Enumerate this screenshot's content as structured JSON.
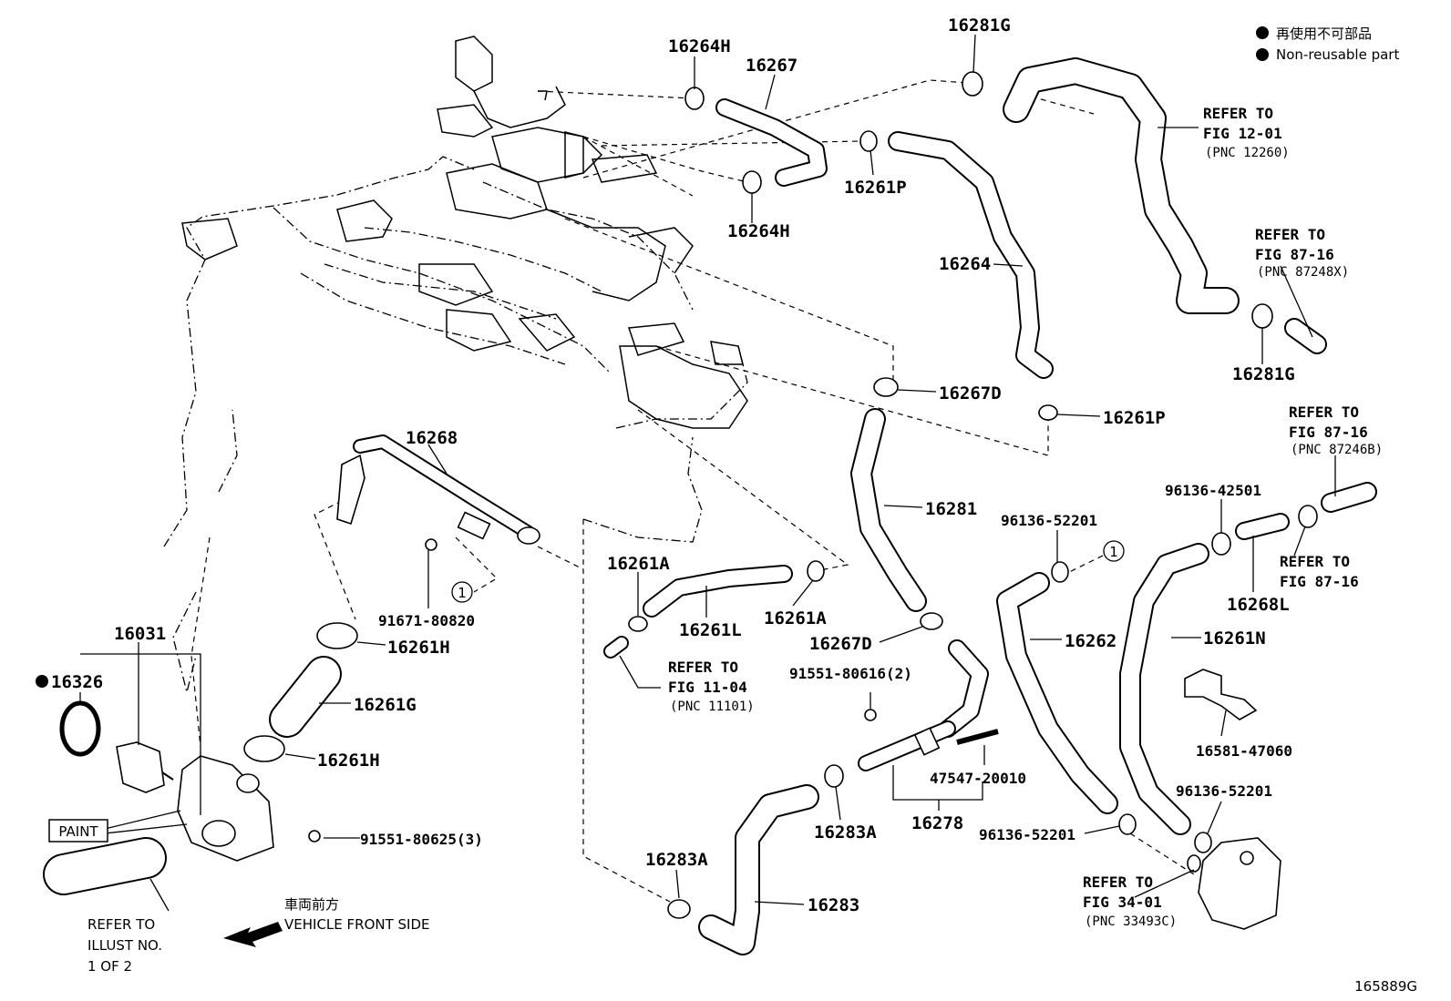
{
  "legend": {
    "line1": "再使用不可部品",
    "line2": "Non-reusable part"
  },
  "part_labels": [
    {
      "id": "p16264H_top",
      "text": "16264H"
    },
    {
      "id": "p16267",
      "text": "16267"
    },
    {
      "id": "p16281G_top",
      "text": "16281G"
    },
    {
      "id": "p16261P_top",
      "text": "16261P"
    },
    {
      "id": "p16264H_bot",
      "text": "16264H"
    },
    {
      "id": "p16264",
      "text": "16264"
    },
    {
      "id": "p16281G_right",
      "text": "16281G"
    },
    {
      "id": "p16267D_mid",
      "text": "16267D"
    },
    {
      "id": "p16261P_mid",
      "text": "16261P"
    },
    {
      "id": "p16268",
      "text": "16268"
    },
    {
      "id": "p16281",
      "text": "16281"
    },
    {
      "id": "p96136_42501",
      "text": "96136-42501"
    },
    {
      "id": "p96136_52201_a",
      "text": "96136-52201"
    },
    {
      "id": "p16261A_left",
      "text": "16261A"
    },
    {
      "id": "p16261L",
      "text": "16261L"
    },
    {
      "id": "p16261A_right",
      "text": "16261A"
    },
    {
      "id": "p16268L",
      "text": "16268L"
    },
    {
      "id": "p91671",
      "text": "91671-80820"
    },
    {
      "id": "p16267D_low",
      "text": "16267D"
    },
    {
      "id": "p16262",
      "text": "16262"
    },
    {
      "id": "p16261N",
      "text": "16261N"
    },
    {
      "id": "p16031",
      "text": "16031"
    },
    {
      "id": "p16261H_top",
      "text": "16261H"
    },
    {
      "id": "p91551_80616",
      "text": "91551-80616(2)"
    },
    {
      "id": "p16326",
      "text": "16326"
    },
    {
      "id": "p16261G",
      "text": "16261G"
    },
    {
      "id": "p16581",
      "text": "16581-47060"
    },
    {
      "id": "p16261H_bot",
      "text": "16261H"
    },
    {
      "id": "p47547",
      "text": "47547-20010"
    },
    {
      "id": "p96136_52201_b",
      "text": "96136-52201"
    },
    {
      "id": "p16278",
      "text": "16278"
    },
    {
      "id": "p16283A_right",
      "text": "16283A"
    },
    {
      "id": "p96136_52201_c",
      "text": "96136-52201"
    },
    {
      "id": "p91551_80625",
      "text": "91551-80625(3)"
    },
    {
      "id": "p16283A_left",
      "text": "16283A"
    },
    {
      "id": "p16283",
      "text": "16283"
    }
  ],
  "references": {
    "fig1201": {
      "l1": "REFER TO",
      "l2": "FIG 12-01",
      "l3": "(PNC 12260)"
    },
    "fig8716a": {
      "l1": "REFER TO",
      "l2": "FIG 87-16",
      "l3": "(PNC 87248X)"
    },
    "fig8716b": {
      "l1": "REFER TO",
      "l2": "FIG 87-16",
      "l3": "(PNC 87246B)"
    },
    "fig8716c": {
      "l1": "REFER TO",
      "l2": "FIG 87-16"
    },
    "fig1104": {
      "l1": "REFER TO",
      "l2": "FIG 11-04",
      "l3": "(PNC 11101)"
    },
    "fig3401": {
      "l1": "REFER TO",
      "l2": "FIG 34-01",
      "l3": "(PNC 33493C)"
    },
    "illust": {
      "l1": "REFER TO",
      "l2": "ILLUST NO.",
      "l3": "1 OF 2"
    }
  },
  "paint_label": "PAINT",
  "callout_number": "1",
  "front": {
    "jp": "車両前方",
    "en": "VEHICLE FRONT SIDE"
  },
  "figure_code": "165889G"
}
